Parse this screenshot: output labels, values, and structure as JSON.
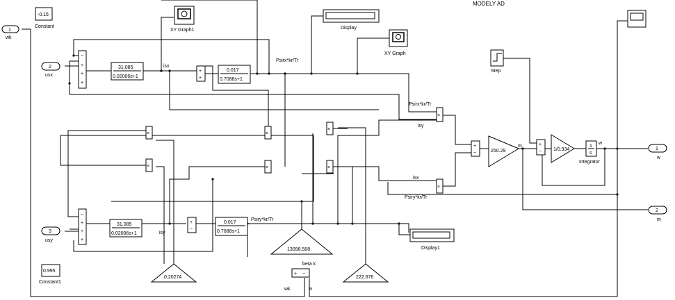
{
  "title": "MODELY AD",
  "ports": {
    "in_wk": {
      "num": "1",
      "label": "wk"
    },
    "in_usx": {
      "num": "2",
      "label": "usx"
    },
    "in_usy": {
      "num": "3",
      "label": "usy"
    },
    "out_w": {
      "num": "1",
      "label": "w"
    },
    "out_m": {
      "num": "2",
      "label": "m"
    }
  },
  "blocks": {
    "constant": {
      "value": "-0.15",
      "label": "Constant"
    },
    "constant1": {
      "value": "0.995",
      "label": "Constant1"
    },
    "xy_graph1": {
      "label": "XY Graph1"
    },
    "xy_graph": {
      "label": "XY Graph"
    },
    "display": {
      "label": "Display"
    },
    "display1": {
      "label": "Display1"
    },
    "step": {
      "label": "Step"
    },
    "tf_sx": {
      "num": "31.085",
      "den": "0.02006s+1"
    },
    "tf_sy": {
      "num": "31.085",
      "den": "0.02006s+1"
    },
    "tf_rx": {
      "num": "0.017",
      "den": "0.7088s+1"
    },
    "tf_ry": {
      "num": "0.017",
      "den": "0.7088s+1"
    },
    "gain_beta": {
      "value": "13098.588"
    },
    "gain_a": {
      "value": "0.20274"
    },
    "gain_b": {
      "value": "222.676"
    },
    "gain_m": {
      "value": "250.29"
    },
    "gain_j": {
      "value": "1/0.934"
    },
    "integrator": {
      "label": "Integrator",
      "num": "1",
      "den": "s"
    },
    "sum_beta": {
      "label": "beta k"
    }
  },
  "signals": {
    "isx": "isx",
    "isy": "isy",
    "psirx": "Psirx*kr/Tr",
    "psiry": "Psiry*kr/Tr",
    "m": "m",
    "w": "w",
    "wk": "wk"
  },
  "glyphs": {
    "plus": "+",
    "minus": "−",
    "times": "×",
    "arrow": "›"
  }
}
